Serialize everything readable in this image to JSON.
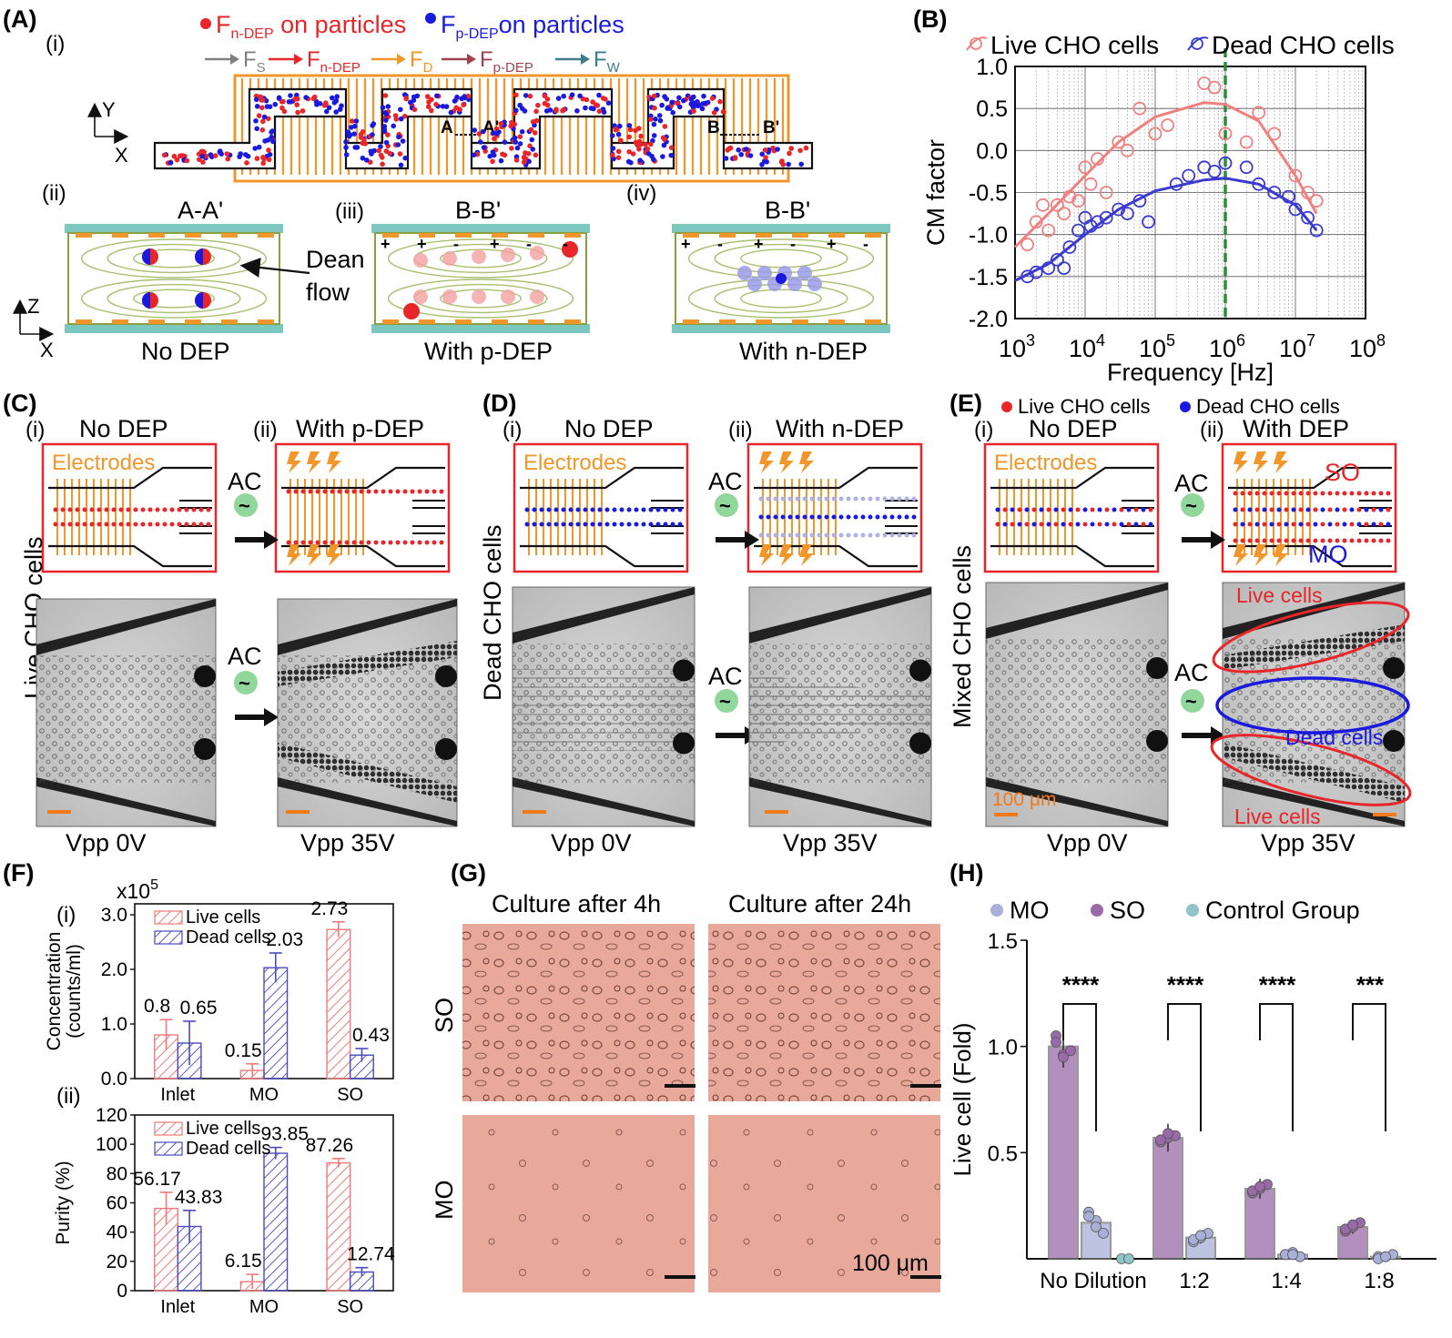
{
  "panels": {
    "A": {
      "letter": "(A)",
      "sub_i": "(i)",
      "sub_ii": "(ii)",
      "sub_iii": "(iii)",
      "sub_iv": "(iv)",
      "legend_ndep": "F",
      "legend_ndep_sub": "n-DEP",
      "legend_ndep_tail": " on particles",
      "legend_pdep": "F",
      "legend_pdep_sub": "p-DEP",
      "legend_pdep_tail": "on particles",
      "forces": [
        {
          "base": "F",
          "sub": "S",
          "color": "#808080"
        },
        {
          "base": "F",
          "sub": "n-DEP",
          "color": "#e8262a"
        },
        {
          "base": "F",
          "sub": "D",
          "color": "#f0962a"
        },
        {
          "base": "F",
          "sub": "p-DEP",
          "color": "#a0424e"
        },
        {
          "base": "F",
          "sub": "W",
          "color": "#3a7c8c"
        }
      ],
      "axis_y": "Y",
      "axis_x": "X",
      "axis_z": "Z",
      "axis_x2": "X",
      "section_a": "A-A'",
      "section_b1": "B-B'",
      "section_b2": "B-B'",
      "marker_a": "A",
      "marker_a2": "A'",
      "marker_b": "B",
      "marker_b2": "B'",
      "dean_flow_1": "Dean",
      "dean_flow_2": "flow",
      "caption_ii": "No DEP",
      "caption_iii": "With p-DEP",
      "caption_iv": "With n-DEP"
    },
    "B": {
      "letter": "(B)"
    },
    "C": {
      "letter": "(C)",
      "sub_i": "(i)",
      "sub_ii": "(ii)",
      "title_i": "No DEP",
      "title_ii": "With p-DEP",
      "electrodes": "Electrodes",
      "side_label": "Live CHO cells",
      "ac": "AC",
      "ac2": "AC",
      "vpp_left": "Vpp 0V",
      "vpp_right": "Vpp 35V"
    },
    "D": {
      "letter": "(D)",
      "sub_i": "(i)",
      "sub_ii": "(ii)",
      "title_i": "No DEP",
      "title_ii": "With n-DEP",
      "electrodes": "Electrodes",
      "side_label": "Dead CHO cells",
      "ac": "AC",
      "ac2": "AC",
      "vpp_left": "Vpp 0V",
      "vpp_right": "Vpp 35V"
    },
    "E": {
      "letter": "(E)",
      "sub_i": "(i)",
      "sub_ii": "(ii)",
      "legend_live": "Live CHO cells",
      "legend_dead": "Dead CHO cells",
      "title_i": "No DEP",
      "title_ii": "With DEP",
      "electrodes": "Electrodes",
      "side_label": "Mixed CHO cells",
      "so": "SO",
      "mo": "MO",
      "ac": "AC",
      "ac2": "AC",
      "live_cells_top": "Live cells",
      "dead_cells": "Dead cells",
      "live_cells_bottom": "Live cells",
      "scale": "100 μm",
      "vpp_left": "Vpp 0V",
      "vpp_right": "Vpp 35V"
    },
    "F": {
      "letter": "(F)",
      "sub_i": "(i)",
      "sub_ii": "(ii)"
    },
    "G": {
      "letter": "(G)",
      "col_4h": "Culture after 4h",
      "col_24h": "Culture after 24h",
      "row_so": "SO",
      "row_mo": "MO",
      "scale": "100 μm"
    },
    "H": {
      "letter": "(H)"
    }
  },
  "colors": {
    "live": "#e8262a",
    "dead": "#1a1adf",
    "electrode": "#f0962a",
    "chip_teal": "#7cc7bf",
    "b_live": "#f08080",
    "b_dead": "#3a3ad0",
    "guide": "#2e8b3a",
    "f_live": "#f07a7a",
    "f_dead": "#4a4ac0",
    "h_mo": "#a9b0d8",
    "h_so": "#9a6aa8",
    "h_ctrl": "#8fc4c8"
  },
  "chart_data": [
    {
      "id": "B",
      "type": "scatter",
      "xlabel": "Frequency [Hz]",
      "ylabel": "CM factor",
      "xscale": "log",
      "xlim": [
        1000,
        100000000
      ],
      "ylim": [
        -2.0,
        1.0
      ],
      "xticks": [
        "10^3",
        "10^4",
        "10^5",
        "10^6",
        "10^7",
        "10^8"
      ],
      "yticks": [
        "1.0",
        "0.5",
        "0.0",
        "-0.5",
        "-1.0",
        "-1.5",
        "-2.0"
      ],
      "grid": true,
      "legend_position": "top",
      "reference_line_x": 1000000,
      "series": [
        {
          "name": "Live CHO cells",
          "points": [
            [
              1500,
              -1.12
            ],
            [
              2000,
              -0.85
            ],
            [
              2500,
              -0.65
            ],
            [
              3000,
              -0.95
            ],
            [
              4000,
              -0.65
            ],
            [
              5000,
              -0.75
            ],
            [
              6000,
              -0.55
            ],
            [
              8000,
              -0.6
            ],
            [
              10000,
              -0.2
            ],
            [
              12000,
              -0.4
            ],
            [
              15000,
              -0.1
            ],
            [
              20000,
              -0.5
            ],
            [
              30000,
              0.1
            ],
            [
              40000,
              0.0
            ],
            [
              60000,
              0.5
            ],
            [
              100000,
              0.2
            ],
            [
              150000,
              0.3
            ],
            [
              500000,
              0.8
            ],
            [
              700000,
              0.75
            ],
            [
              1000000,
              0.2
            ],
            [
              2000000,
              0.1
            ],
            [
              3000000,
              0.45
            ],
            [
              5000000,
              0.2
            ],
            [
              10000000,
              -0.3
            ],
            [
              15000000,
              -0.5
            ],
            [
              20000000,
              -0.6
            ]
          ],
          "fit": [
            [
              1000,
              -1.15
            ],
            [
              3000,
              -0.75
            ],
            [
              10000,
              -0.3
            ],
            [
              30000,
              0.1
            ],
            [
              100000,
              0.4
            ],
            [
              500000,
              0.57
            ],
            [
              1000000,
              0.55
            ],
            [
              3000000,
              0.35
            ],
            [
              10000000,
              -0.3
            ],
            [
              20000000,
              -0.75
            ]
          ]
        },
        {
          "name": "Dead CHO cells",
          "points": [
            [
              1500,
              -1.5
            ],
            [
              2000,
              -1.45
            ],
            [
              3000,
              -1.4
            ],
            [
              4000,
              -1.3
            ],
            [
              5000,
              -1.4
            ],
            [
              6000,
              -1.15
            ],
            [
              8000,
              -0.95
            ],
            [
              10000,
              -0.8
            ],
            [
              12000,
              -0.9
            ],
            [
              15000,
              -0.85
            ],
            [
              20000,
              -0.8
            ],
            [
              30000,
              -0.7
            ],
            [
              40000,
              -0.75
            ],
            [
              60000,
              -0.6
            ],
            [
              80000,
              -0.85
            ],
            [
              200000,
              -0.4
            ],
            [
              300000,
              -0.3
            ],
            [
              500000,
              -0.2
            ],
            [
              700000,
              -0.25
            ],
            [
              1000000,
              -0.15
            ],
            [
              2000000,
              -0.2
            ],
            [
              3000000,
              -0.4
            ],
            [
              5000000,
              -0.5
            ],
            [
              8000000,
              -0.55
            ],
            [
              10000000,
              -0.7
            ],
            [
              15000000,
              -0.8
            ],
            [
              20000000,
              -0.95
            ]
          ],
          "fit": [
            [
              1000,
              -1.55
            ],
            [
              3000,
              -1.35
            ],
            [
              10000,
              -1.0
            ],
            [
              30000,
              -0.7
            ],
            [
              100000,
              -0.48
            ],
            [
              500000,
              -0.35
            ],
            [
              1000000,
              -0.33
            ],
            [
              3000000,
              -0.4
            ],
            [
              10000000,
              -0.65
            ],
            [
              20000000,
              -0.95
            ]
          ]
        }
      ]
    },
    {
      "id": "F-i",
      "type": "bar",
      "multiplier": "x10",
      "multiplier_exp": "5",
      "ylabel": "Concentration",
      "ylabel2": "(counts/ml)",
      "categories": [
        "Inlet",
        "MO",
        "SO"
      ],
      "ylim": [
        0,
        3.2
      ],
      "yticks": [
        "0.0",
        "1.0",
        "2.0",
        "3.0"
      ],
      "legend_position": "top-left",
      "series": [
        {
          "name": "Live cells",
          "values": [
            0.8,
            0.15,
            2.73
          ],
          "errors": [
            0.28,
            0.12,
            0.14
          ],
          "labels": [
            "0.8",
            "0.15",
            "2.73"
          ]
        },
        {
          "name": "Dead cells",
          "values": [
            0.65,
            2.03,
            0.43
          ],
          "errors": [
            0.4,
            0.27,
            0.12
          ],
          "labels": [
            "0.65",
            "2.03",
            "0.43"
          ]
        }
      ]
    },
    {
      "id": "F-ii",
      "type": "bar",
      "ylabel": "Purity (%)",
      "categories": [
        "Inlet",
        "MO",
        "SO"
      ],
      "ylim": [
        0,
        120
      ],
      "yticks": [
        "0",
        "20",
        "40",
        "60",
        "80",
        "100",
        "120"
      ],
      "legend_position": "top-left",
      "series": [
        {
          "name": "Live cells",
          "values": [
            56.17,
            6.15,
            87.26
          ],
          "errors": [
            11,
            5,
            3
          ],
          "labels": [
            "56.17",
            "6.15",
            "87.26"
          ]
        },
        {
          "name": "Dead cells",
          "values": [
            43.83,
            93.85,
            12.74
          ],
          "errors": [
            11,
            4,
            3
          ],
          "labels": [
            "43.83",
            "93.85",
            "12.74"
          ]
        }
      ]
    },
    {
      "id": "H",
      "type": "bar",
      "ylabel": "Live cell (Fold)",
      "categories": [
        "No Dilution",
        "1:2",
        "1:4",
        "1:8"
      ],
      "ylim": [
        0,
        1.5
      ],
      "yticks": [
        "0.5",
        "1.0",
        "1.5"
      ],
      "legend_position": "top",
      "significance": [
        "****",
        "****",
        "****",
        "***"
      ],
      "series": [
        {
          "name": "MO",
          "values": [
            0.17,
            0.1,
            0.02,
            0.01
          ],
          "points": [
            [
              0.22,
              0.18,
              0.12,
              0.2,
              0.15
            ],
            [
              0.08,
              0.1,
              0.12,
              0.09,
              0.11
            ],
            [
              0.02,
              0.03,
              0.01,
              0.02,
              0.02
            ],
            [
              0.01,
              0.01,
              0.02,
              0.0,
              0.01
            ]
          ]
        },
        {
          "name": "SO",
          "values": [
            1.0,
            0.57,
            0.33,
            0.15
          ],
          "points": [
            [
              1.05,
              0.96,
              0.98,
              1.02,
              0.95
            ],
            [
              0.55,
              0.57,
              0.58,
              0.56,
              0.59
            ],
            [
              0.31,
              0.33,
              0.35,
              0.32,
              0.34
            ],
            [
              0.13,
              0.15,
              0.17,
              0.14,
              0.16
            ]
          ]
        },
        {
          "name": "Control Group",
          "values": [
            0.0,
            0.0,
            0.0,
            0.0
          ],
          "points": [
            [
              0.0,
              0.0
            ]
          ]
        }
      ]
    }
  ]
}
